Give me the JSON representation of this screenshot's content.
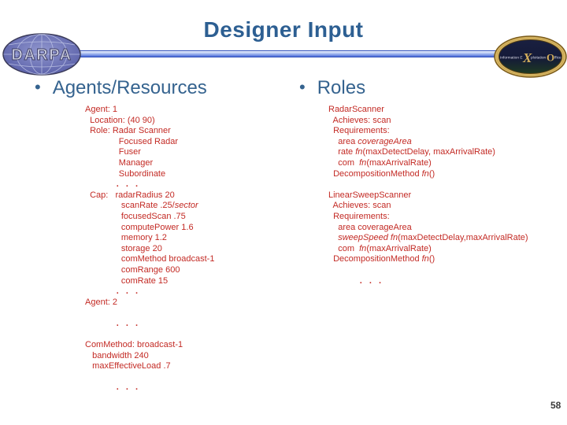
{
  "slide": {
    "title": "Designer Input",
    "page_number": "58",
    "logos": {
      "darpa": {
        "label": "DARPA"
      },
      "ixo": {
        "pre": "Information E",
        "x": "X",
        "mid": "ploitation",
        "o": "O",
        "post": "ffice"
      }
    },
    "colors": {
      "accent_blue": "#35638F",
      "body_red": "#C32A24",
      "bar_blue": "#4A6AD8",
      "gold": "#D4AF5C"
    },
    "columns": [
      {
        "header": "Agents/Resources",
        "lines": [
          [
            {
              "t": "Agent: 1"
            }
          ],
          [
            {
              "t": "  Location: (40 90)"
            }
          ],
          [
            {
              "t": "  Role: Radar Scanner"
            }
          ],
          [
            {
              "t": "              Focused Radar"
            }
          ],
          [
            {
              "t": "              Fuser"
            }
          ],
          [
            {
              "t": "              Manager"
            }
          ],
          [
            {
              "t": "              Subordinate"
            }
          ],
          [
            {
              "t": "             "
            },
            {
              "t": ". . .",
              "d": true
            }
          ],
          [
            {
              "t": "  Cap:   radarRadius 20"
            }
          ],
          [
            {
              "t": "               scanRate .25/"
            },
            {
              "t": "sector",
              "i": true
            }
          ],
          [
            {
              "t": "               focusedScan .75"
            }
          ],
          [
            {
              "t": "               computePower 1.6"
            }
          ],
          [
            {
              "t": "               memory 1.2"
            }
          ],
          [
            {
              "t": "               storage 20"
            }
          ],
          [
            {
              "t": "               comMethod broadcast-1"
            }
          ],
          [
            {
              "t": "               comRange 600"
            }
          ],
          [
            {
              "t": "               comRate 15"
            }
          ],
          [
            {
              "t": "             "
            },
            {
              "t": ". . .",
              "d": true
            }
          ],
          [
            {
              "t": "Agent: 2"
            }
          ],
          [],
          [
            {
              "t": "             "
            },
            {
              "t": ". . .",
              "d": true
            }
          ],
          [],
          [
            {
              "t": "ComMethod: broadcast-1"
            }
          ],
          [
            {
              "t": "   bandwidth 240"
            }
          ],
          [
            {
              "t": "   maxEffectiveLoad .7"
            }
          ],
          [],
          [
            {
              "t": "             "
            },
            {
              "t": ". . .",
              "d": true
            }
          ]
        ]
      },
      {
        "header": "Roles",
        "lines": [
          [
            {
              "t": "RadarScanner"
            }
          ],
          [
            {
              "t": "  Achieves: scan"
            }
          ],
          [
            {
              "t": "  Requirements:"
            }
          ],
          [
            {
              "t": "    area "
            },
            {
              "t": "coverageArea",
              "i": true
            }
          ],
          [
            {
              "t": "    rate "
            },
            {
              "t": "fn",
              "i": true
            },
            {
              "t": "(maxDetectDelay, maxArrivalRate)"
            }
          ],
          [
            {
              "t": "    com  "
            },
            {
              "t": "fn",
              "i": true
            },
            {
              "t": "(maxArrivalRate)"
            }
          ],
          [
            {
              "t": "  DecompositionMethod "
            },
            {
              "t": "fn",
              "i": true
            },
            {
              "t": "()"
            }
          ],
          [],
          [
            {
              "t": "LinearSweepScanner"
            }
          ],
          [
            {
              "t": "  Achieves: scan"
            }
          ],
          [
            {
              "t": "  Requirements:"
            }
          ],
          [
            {
              "t": "    area coverageArea"
            }
          ],
          [
            {
              "t": "    "
            },
            {
              "t": "sweepSpeed",
              "i": true
            },
            {
              "t": " "
            },
            {
              "t": "fn",
              "i": true
            },
            {
              "t": "(maxDetectDelay,maxArrivalRate)"
            }
          ],
          [
            {
              "t": "    com  "
            },
            {
              "t": "fn",
              "i": true
            },
            {
              "t": "(maxArrivalRate)"
            }
          ],
          [
            {
              "t": "  DecompositionMethod "
            },
            {
              "t": "fn",
              "i": true
            },
            {
              "t": "()"
            }
          ],
          [],
          [
            {
              "t": "             "
            },
            {
              "t": ". . .",
              "d": true
            }
          ]
        ]
      }
    ]
  }
}
